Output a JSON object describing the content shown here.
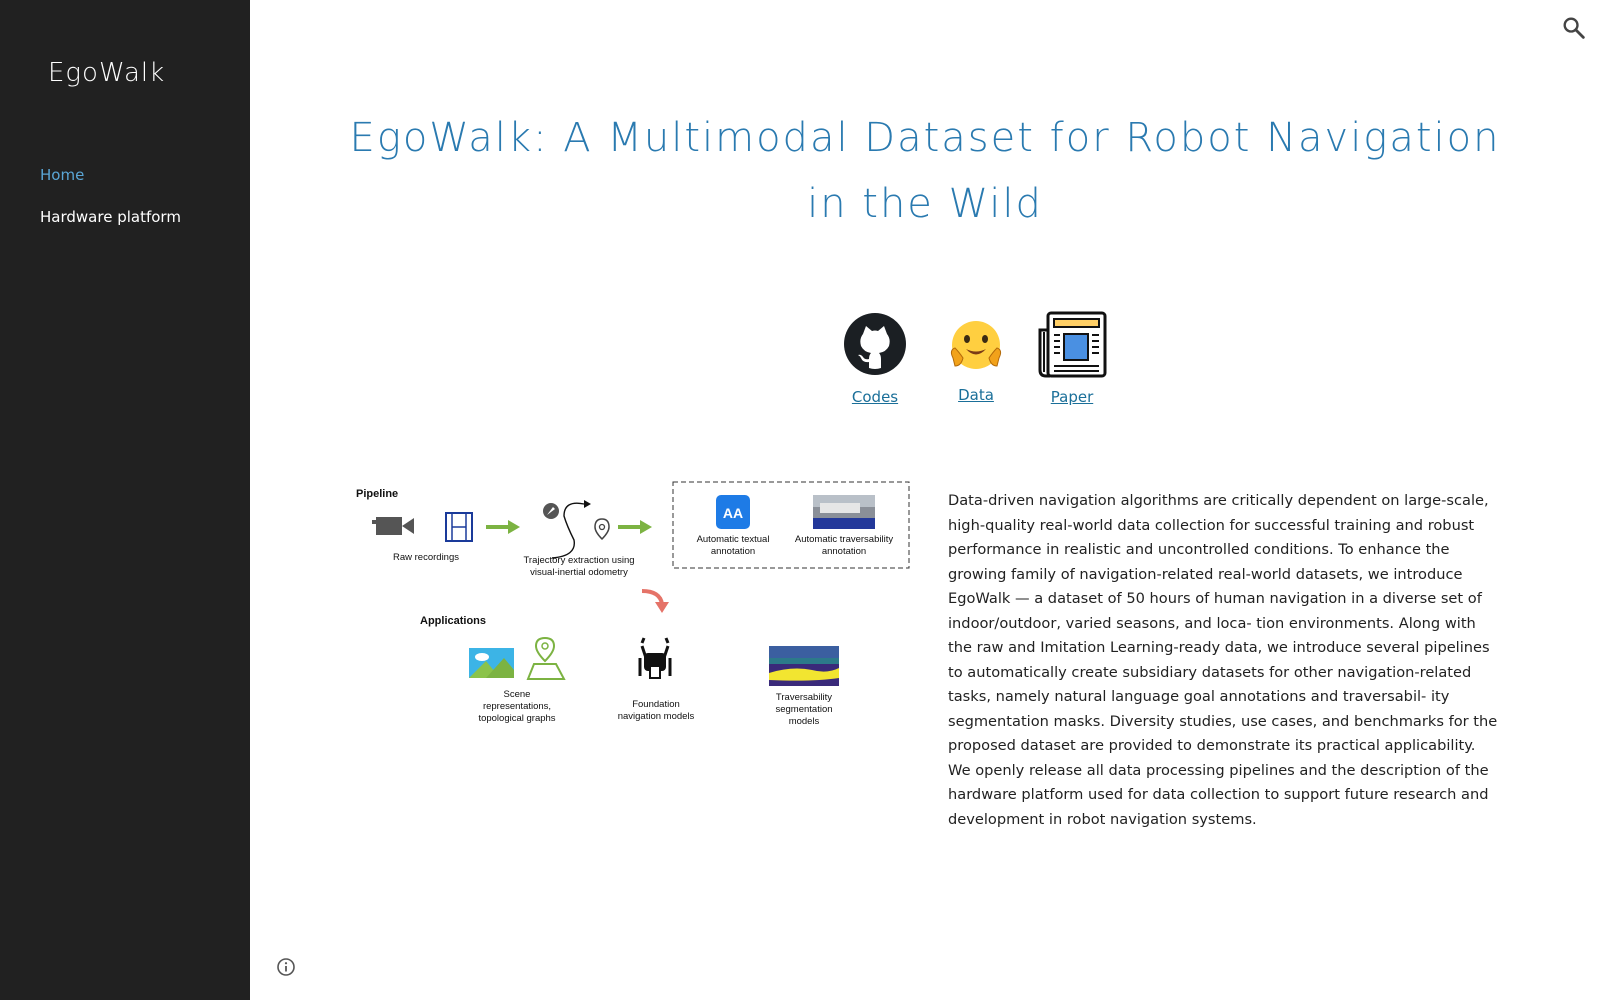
{
  "site": {
    "title": "EgoWalk"
  },
  "nav": {
    "items": [
      {
        "label": "Home"
      },
      {
        "label": "Hardware platform"
      }
    ]
  },
  "page": {
    "title": "EgoWalk: A Multimodal Dataset for Robot Navigation in the Wild"
  },
  "links": {
    "codes": "Codes",
    "data": "Data",
    "paper": "Paper"
  },
  "figure": {
    "pipeline_heading": "Pipeline",
    "raw_recordings": "Raw recordings",
    "trajectory_line1": "Trajectory extraction using",
    "trajectory_line2": "visual-inertial odometry",
    "text_annotation_line1": "Automatic textual",
    "text_annotation_line2": "annotation",
    "trav_annotation_line1": "Automatic traversability",
    "trav_annotation_line2": "annotation",
    "aa_icon_text": "AA",
    "applications_heading": "Applications",
    "scene_line1": "Scene",
    "scene_line2": "representations,",
    "scene_line3": "topological graphs",
    "foundation_line1": "Foundation",
    "foundation_line2": "navigation models",
    "trav_seg_line1": "Traversability",
    "trav_seg_line2": "segmentation",
    "trav_seg_line3": "models"
  },
  "abstract": {
    "text": "Data-driven navigation algorithms are critically dependent on large-scale, high-quality real-world data collection for successful training and robust performance in realistic and uncontrolled conditions. To enhance the growing family of navigation-related real-world datasets, we introduce EgoWalk — a dataset of 50 hours of human navigation in a diverse set of indoor/outdoor, varied seasons, and loca- tion environments. Along with the raw and Imitation Learning-ready data, we introduce several pipelines to automatically create subsidiary datasets for other navigation-related tasks, namely natural language goal annotations and traversabil- ity segmentation masks. Diversity studies, use cases, and benchmarks for the proposed dataset are provided to demonstrate its practical applicability. We openly release all data processing pipelines and the description of the hardware platform used for data collection to support future research and development in robot navigation systems."
  },
  "colors": {
    "sidebar_bg": "#212121",
    "title_blue": "#2a7ab0",
    "nav_active": "#5aa6d6",
    "link": "#1a6f99",
    "arrow_green": "#7cb342",
    "arrow_red": "#e57368"
  },
  "icons": {
    "search": "search-icon",
    "info": "info-icon",
    "github": "github-icon",
    "huggingface": "hugging-face-icon",
    "newspaper": "newspaper-icon"
  }
}
